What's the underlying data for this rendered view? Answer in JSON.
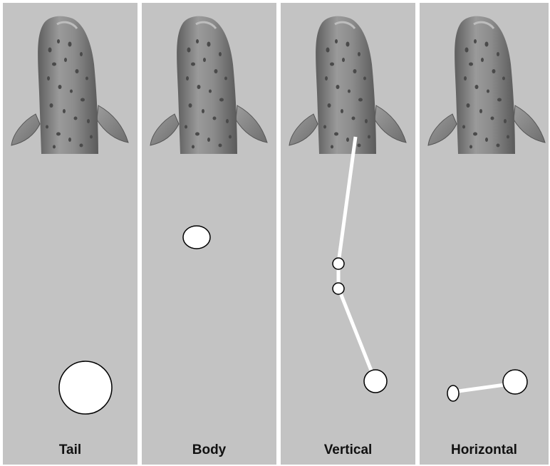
{
  "panels": [
    {
      "label": "Tail",
      "mark": "single circle"
    },
    {
      "label": "Body",
      "mark": "single ellipse"
    },
    {
      "label": "Vertical",
      "mark": "line with circles"
    },
    {
      "label": "Horizontal",
      "mark": "line with circles"
    }
  ],
  "icons": {
    "fish": "fish-top-view-icon"
  },
  "colors": {
    "panel_bg": "#c3c3c3",
    "stroke": "#000000",
    "fill": "#ffffff",
    "fish_body": "#8a8a8a"
  }
}
